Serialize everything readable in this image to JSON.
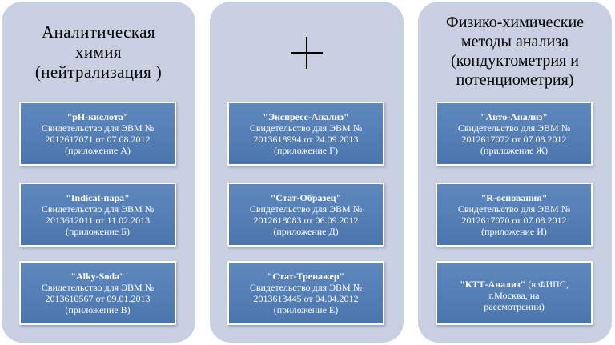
{
  "columns": [
    {
      "title": "Аналитическая\nхимия\n(нейтрализация )",
      "cards": [
        {
          "name": "\"pH-кислота\"",
          "lines": [
            "Свидетельство для ЭВМ №",
            "2012617071 от 07.08.2012",
            "(приложение А)"
          ]
        },
        {
          "name": "\"Indicat-пара\"",
          "lines": [
            "Свидетельство для ЭВМ №",
            "2013612011 от 11.02.2013",
            "(приложение Б)"
          ]
        },
        {
          "name": "\"Alky-Soda\"",
          "lines": [
            "Свидетельство для ЭВМ №",
            "2013610567 от 09.01.2013",
            "(приложение В)"
          ]
        }
      ]
    },
    {
      "title": "",
      "cards": [
        {
          "name": "\"Экспресс-Анализ\"",
          "lines": [
            "Свидетельство для ЭВМ №",
            "2013618994 от 24.09.2013",
            "(приложение Г)"
          ]
        },
        {
          "name": "\"Стат-Образец\"",
          "lines": [
            "Свидетельство для ЭВМ №",
            "2012618083 от 06.09.2012",
            "(приложение Д)"
          ]
        },
        {
          "name": "\"Стат-Тренажер\"",
          "lines": [
            "Свидетельство для ЭВМ №",
            "2013613445 от 04.04.2012",
            "(приложение Е)"
          ]
        }
      ]
    },
    {
      "title": "Физико-химические\nметоды анализа\n(кондуктометрия и\nпотенциометрия)",
      "cards": [
        {
          "name": "\"Авто-Анализ\"",
          "lines": [
            "Свидетельство для ЭВМ №",
            "2012617072 от 07.08.2012",
            "(приложение Ж)"
          ]
        },
        {
          "name": "\"R-основания\"",
          "lines": [
            "Свидетельство для ЭВМ №",
            "2012617070 от 07.08.2012",
            "(приложение И)"
          ]
        },
        {
          "name": "\"КТТ-Анализ\"",
          "lines": [
            " (в ФИПС,",
            "г.Москва, на",
            "рассмотрении)"
          ]
        }
      ]
    }
  ],
  "colors": {
    "panel": "#c8d0e1",
    "card": "#4f7ab1",
    "card_border": "#ffffff",
    "title_text": "#000000",
    "card_text": "#ffffff"
  },
  "icons": {
    "plus": "plus-icon"
  }
}
